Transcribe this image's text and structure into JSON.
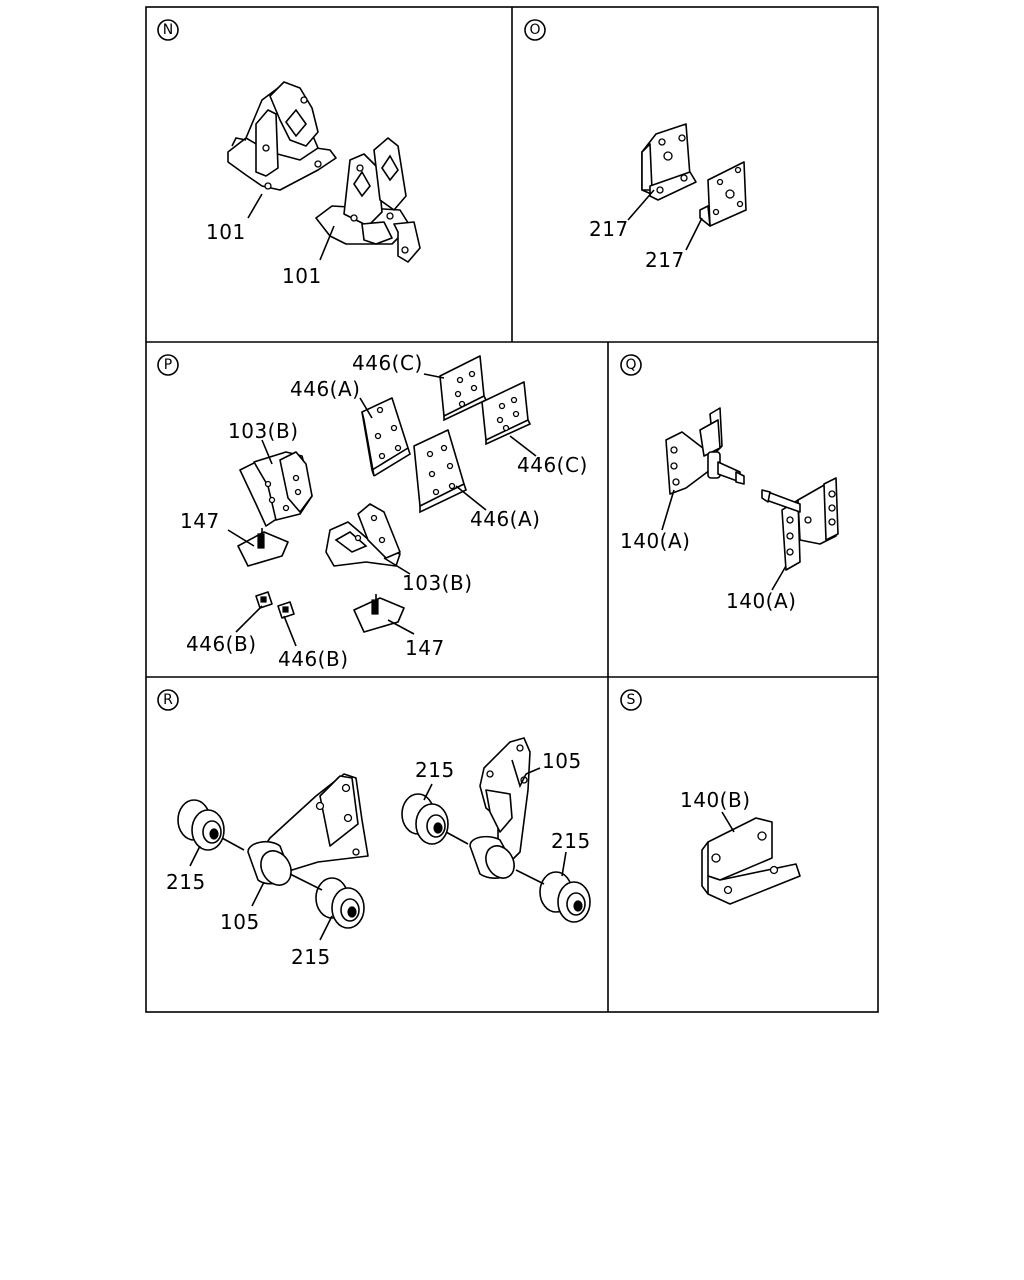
{
  "sections": [
    {
      "id": "N",
      "labels": [
        "101",
        "101"
      ]
    },
    {
      "id": "O",
      "labels": [
        "217",
        "217"
      ]
    },
    {
      "id": "P",
      "labels": [
        "446(C)",
        "446(A)",
        "103(B)",
        "446(C)",
        "446(A)",
        "147",
        "103(B)",
        "446(B)",
        "446(B)",
        "147"
      ]
    },
    {
      "id": "Q",
      "labels": [
        "140(A)",
        "140(A)"
      ]
    },
    {
      "id": "R",
      "labels": [
        "215",
        "105",
        "215",
        "105",
        "215",
        "215"
      ]
    },
    {
      "id": "S",
      "labels": [
        "140(B)"
      ]
    }
  ]
}
